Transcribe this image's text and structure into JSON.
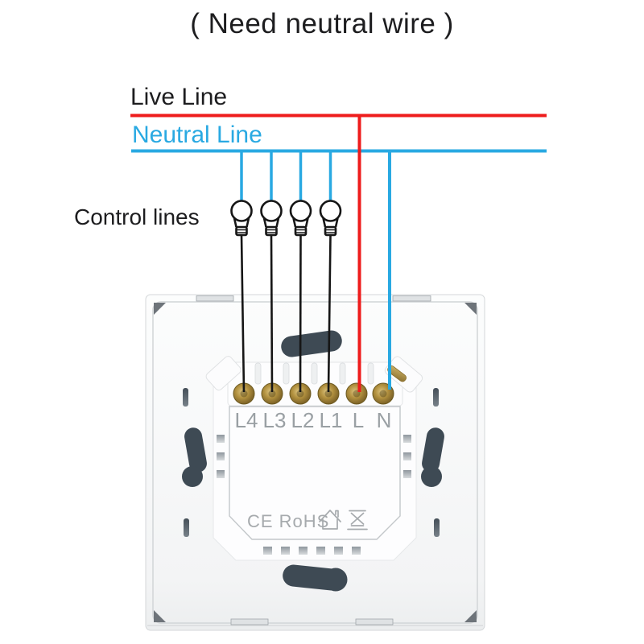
{
  "title": "( Need neutral wire )",
  "labels": {
    "live": "Live Line",
    "neutral": "Neutral Line",
    "control": "Control lines"
  },
  "colors": {
    "live": "#ee1c1c",
    "neutral": "#29a9e2",
    "wire-black": "#161616",
    "text-dark": "#1d1d1f",
    "terminal-label": "#9aa0a4",
    "cert-gray": "#a6aaad",
    "slot-dark": "#3e4a54"
  },
  "device": {
    "type": "wall-switch-back-view",
    "terminals": [
      "L4",
      "L3",
      "L2",
      "L1",
      "L",
      "N"
    ],
    "certification": "CE RoHS",
    "icons": [
      "house-icon",
      "weee-crossed-bin-icon"
    ]
  },
  "control_lines": {
    "bulb_count": 4
  }
}
